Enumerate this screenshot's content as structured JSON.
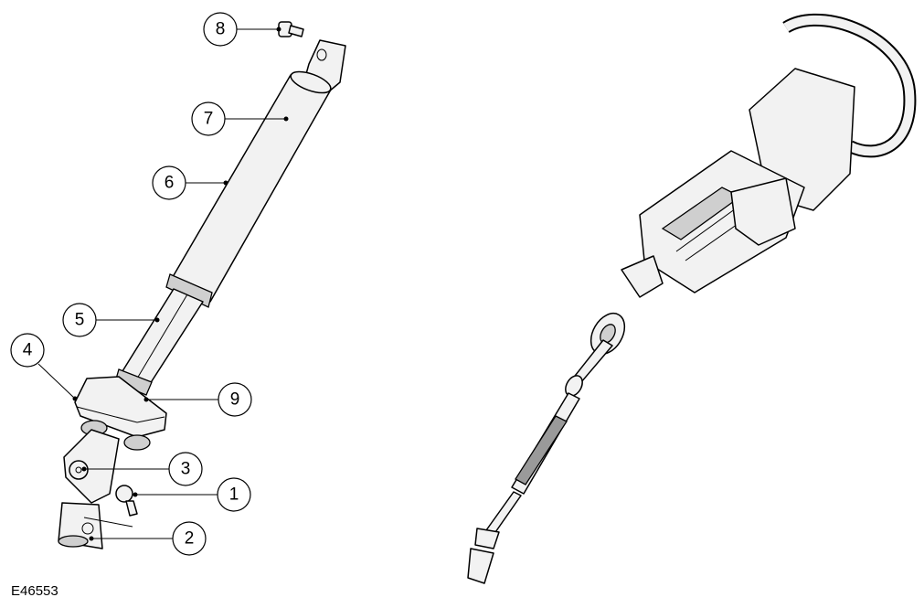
{
  "figure_ref": "E46553",
  "callouts": [
    "1",
    "2",
    "3",
    "4",
    "5",
    "6",
    "7",
    "8",
    "9"
  ]
}
